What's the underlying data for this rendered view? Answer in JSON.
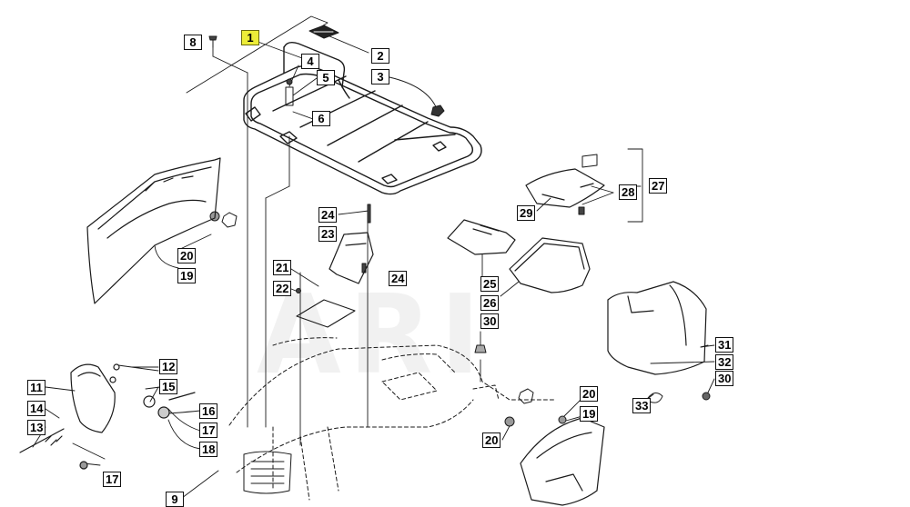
{
  "watermark": "ARI",
  "colors": {
    "line": "#1a1a1a",
    "highlight": "#ecec38"
  },
  "callouts": [
    {
      "name": "callout-1",
      "label": "1",
      "highlight": true
    },
    {
      "name": "callout-2",
      "label": "2"
    },
    {
      "name": "callout-3",
      "label": "3"
    },
    {
      "name": "callout-4",
      "label": "4"
    },
    {
      "name": "callout-5",
      "label": "5"
    },
    {
      "name": "callout-6",
      "label": "6"
    },
    {
      "name": "callout-8",
      "label": "8"
    },
    {
      "name": "callout-27",
      "label": "27"
    },
    {
      "name": "callout-28",
      "label": "28"
    },
    {
      "name": "callout-29",
      "label": "29"
    },
    {
      "name": "callout-24-top",
      "label": "24"
    },
    {
      "name": "callout-23",
      "label": "23"
    },
    {
      "name": "callout-24-right",
      "label": "24"
    },
    {
      "name": "callout-21",
      "label": "21"
    },
    {
      "name": "callout-22",
      "label": "22"
    },
    {
      "name": "callout-20-left",
      "label": "20"
    },
    {
      "name": "callout-19-left",
      "label": "19"
    },
    {
      "name": "callout-25",
      "label": "25"
    },
    {
      "name": "callout-26",
      "label": "26"
    },
    {
      "name": "callout-30-mid",
      "label": "30"
    },
    {
      "name": "callout-31",
      "label": "31"
    },
    {
      "name": "callout-32",
      "label": "32"
    },
    {
      "name": "callout-30-right",
      "label": "30"
    },
    {
      "name": "callout-33",
      "label": "33"
    },
    {
      "name": "callout-12",
      "label": "12"
    },
    {
      "name": "callout-15",
      "label": "15"
    },
    {
      "name": "callout-16",
      "label": "16"
    },
    {
      "name": "callout-17-mid",
      "label": "17"
    },
    {
      "name": "callout-18",
      "label": "18"
    },
    {
      "name": "callout-11",
      "label": "11"
    },
    {
      "name": "callout-14",
      "label": "14"
    },
    {
      "name": "callout-13",
      "label": "13"
    },
    {
      "name": "callout-17-low",
      "label": "17"
    },
    {
      "name": "callout-9",
      "label": "9"
    },
    {
      "name": "callout-20-right",
      "label": "20"
    },
    {
      "name": "callout-19-right",
      "label": "19"
    },
    {
      "name": "callout-20-low",
      "label": "20"
    }
  ]
}
